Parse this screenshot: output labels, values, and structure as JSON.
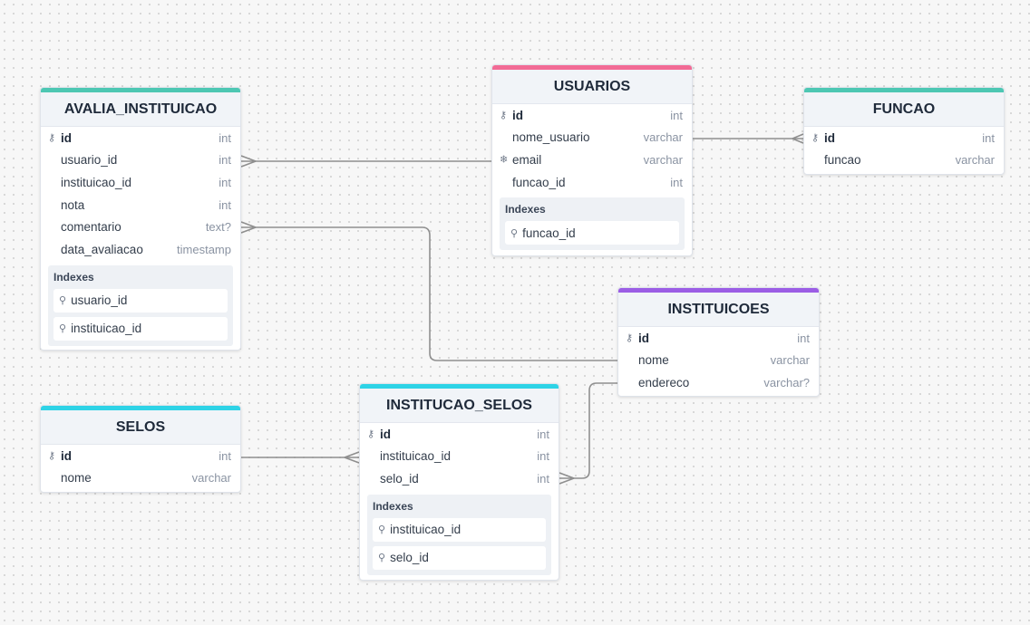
{
  "tables": {
    "avalia_instituicao": {
      "name": "AVALIA_INSTITUICAO",
      "accent": "#4dc7b3",
      "fields": [
        {
          "name": "id",
          "type": "int"
        },
        {
          "name": "usuario_id",
          "type": "int"
        },
        {
          "name": "instituicao_id",
          "type": "int"
        },
        {
          "name": "nota",
          "type": "int"
        },
        {
          "name": "comentario",
          "type": "text?"
        },
        {
          "name": "data_avaliacao",
          "type": "timestamp"
        }
      ],
      "indexes_label": "Indexes",
      "indexes": [
        "usuario_id",
        "instituicao_id"
      ]
    },
    "usuarios": {
      "name": "USUARIOS",
      "accent": "#f26b95",
      "fields": [
        {
          "name": "id",
          "type": "int"
        },
        {
          "name": "nome_usuario",
          "type": "varchar"
        },
        {
          "name": "email",
          "type": "varchar"
        },
        {
          "name": "funcao_id",
          "type": "int"
        }
      ],
      "indexes_label": "Indexes",
      "indexes": [
        "funcao_id"
      ]
    },
    "funcao": {
      "name": "FUNCAO",
      "accent": "#4dc7b3",
      "fields": [
        {
          "name": "id",
          "type": "int"
        },
        {
          "name": "funcao",
          "type": "varchar"
        }
      ]
    },
    "instituicoes": {
      "name": "INSTITUICOES",
      "accent": "#9b5de5",
      "fields": [
        {
          "name": "id",
          "type": "int"
        },
        {
          "name": "nome",
          "type": "varchar"
        },
        {
          "name": "endereco",
          "type": "varchar?"
        }
      ]
    },
    "selos": {
      "name": "SELOS",
      "accent": "#2ed3e6",
      "fields": [
        {
          "name": "id",
          "type": "int"
        },
        {
          "name": "nome",
          "type": "varchar"
        }
      ]
    },
    "institucao_selos": {
      "name": "INSTITUCAO_SELOS",
      "accent": "#2ed3e6",
      "fields": [
        {
          "name": "id",
          "type": "int"
        },
        {
          "name": "instituicao_id",
          "type": "int"
        },
        {
          "name": "selo_id",
          "type": "int"
        }
      ],
      "indexes_label": "Indexes",
      "indexes": [
        "instituicao_id",
        "selo_id"
      ]
    }
  }
}
